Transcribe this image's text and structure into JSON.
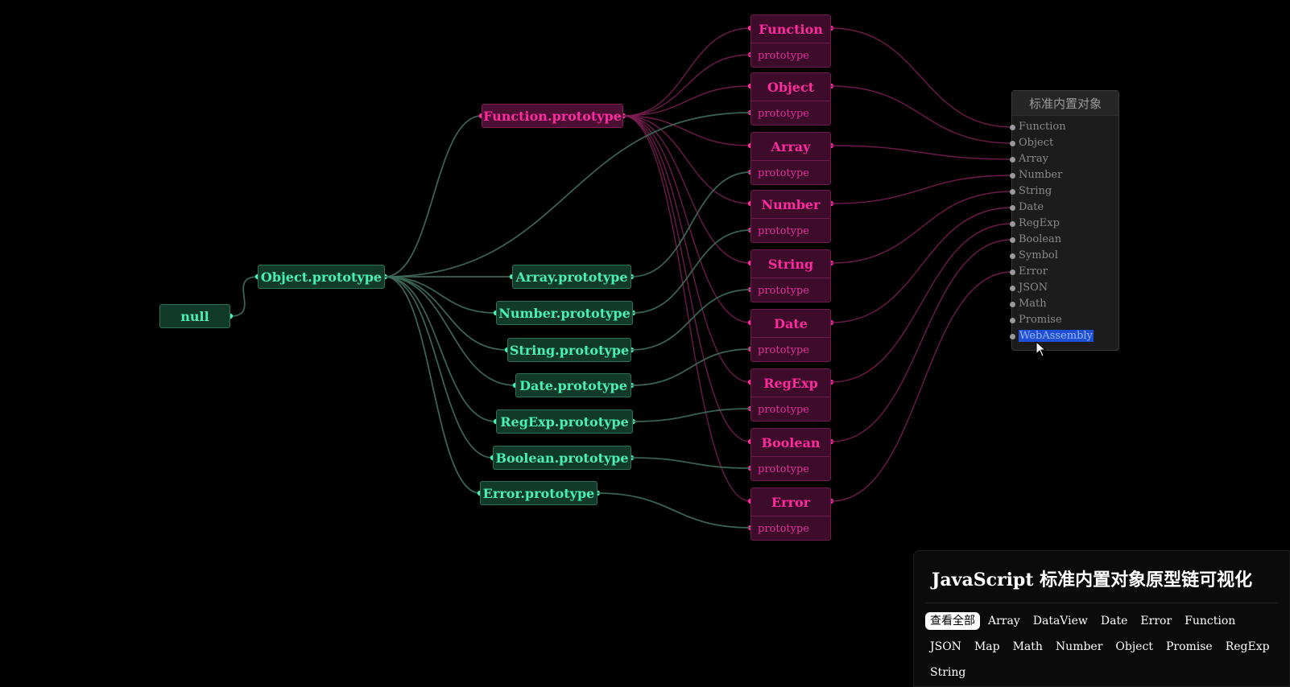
{
  "diagram": {
    "null_label": "null",
    "object_prototype": "Object.prototype",
    "function_prototype": "Function.prototype",
    "prototypes": [
      "Array.prototype",
      "Number.prototype",
      "String.prototype",
      "Date.prototype",
      "RegExp.prototype",
      "Boolean.prototype",
      "Error.prototype"
    ],
    "constructors": [
      {
        "name": "Function",
        "proto": "prototype"
      },
      {
        "name": "Object",
        "proto": "prototype"
      },
      {
        "name": "Array",
        "proto": "prototype"
      },
      {
        "name": "Number",
        "proto": "prototype"
      },
      {
        "name": "String",
        "proto": "prototype"
      },
      {
        "name": "Date",
        "proto": "prototype"
      },
      {
        "name": "RegExp",
        "proto": "prototype"
      },
      {
        "name": "Boolean",
        "proto": "prototype"
      },
      {
        "name": "Error",
        "proto": "prototype"
      }
    ],
    "colors": {
      "green": "#48f0b4",
      "pink": "#ff2a9d",
      "green_wire": "#3f6d5b",
      "pink_wire": "#7a1d52"
    }
  },
  "builtins": {
    "title": "标准内置对象",
    "items": [
      "Function",
      "Object",
      "Array",
      "Number",
      "String",
      "Date",
      "RegExp",
      "Boolean",
      "Symbol",
      "Error",
      "JSON",
      "Math",
      "Promise",
      "WebAssembly"
    ],
    "selected": "WebAssembly"
  },
  "panel": {
    "title": "JavaScript 标准内置对象原型链可视化",
    "filters": [
      "查看全部",
      "Array",
      "DataView",
      "Date",
      "Error",
      "Function",
      "JSON",
      "Map",
      "Math",
      "Number",
      "Object",
      "Promise",
      "RegExp",
      "String"
    ],
    "active_filter": "查看全部"
  },
  "cursor_icon": "mouse-pointer-icon"
}
